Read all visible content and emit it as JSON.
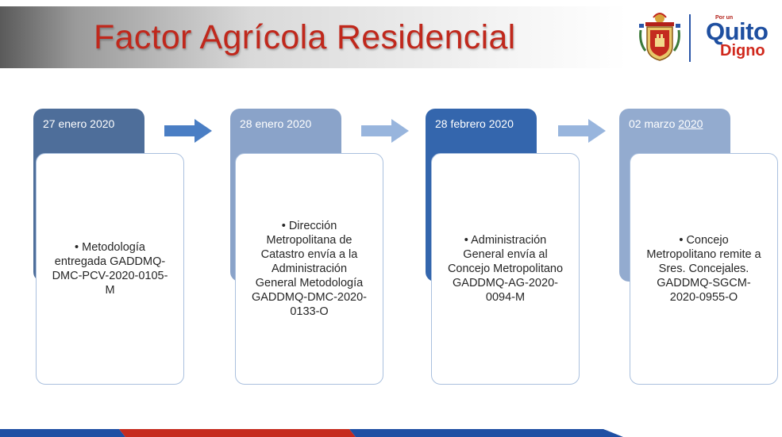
{
  "slide": {
    "title": "Factor Agrícola Residencial",
    "logo": {
      "small": "Por un",
      "quito": "Quito",
      "digno": "Digno"
    },
    "colors": {
      "title": "#c0281c",
      "logo_blue": "#1e4fa0",
      "logo_red": "#d0281c"
    }
  },
  "timeline": {
    "steps": [
      {
        "date": "27 enero 2020",
        "text": "• Metodología entregada GADDMQ-DMC-PCV-2020-0105-M",
        "color": "#4e6e9a"
      },
      {
        "date": "28 enero 2020",
        "text": "• Dirección Metropolitana de Catastro envía a la Administración General Metodología GADDMQ-DMC-2020-0133-O",
        "color": "#8aa3c9"
      },
      {
        "date": "28 febrero 2020",
        "text": "• Administración General envía al Concejo Metropolitano GADDMQ-AG-2020-0094-M",
        "color": "#3466ad"
      },
      {
        "date_prefix": "02 marzo ",
        "date_year": "2020",
        "text": "• Concejo Metropolitano remite a Sres. Concejales. GADDMQ-SGCM-2020-0955-O",
        "color": "#93abcf"
      }
    ],
    "arrow_colors": [
      "#4a7ec4",
      "#98b5dd",
      "#98b5dd"
    ]
  }
}
